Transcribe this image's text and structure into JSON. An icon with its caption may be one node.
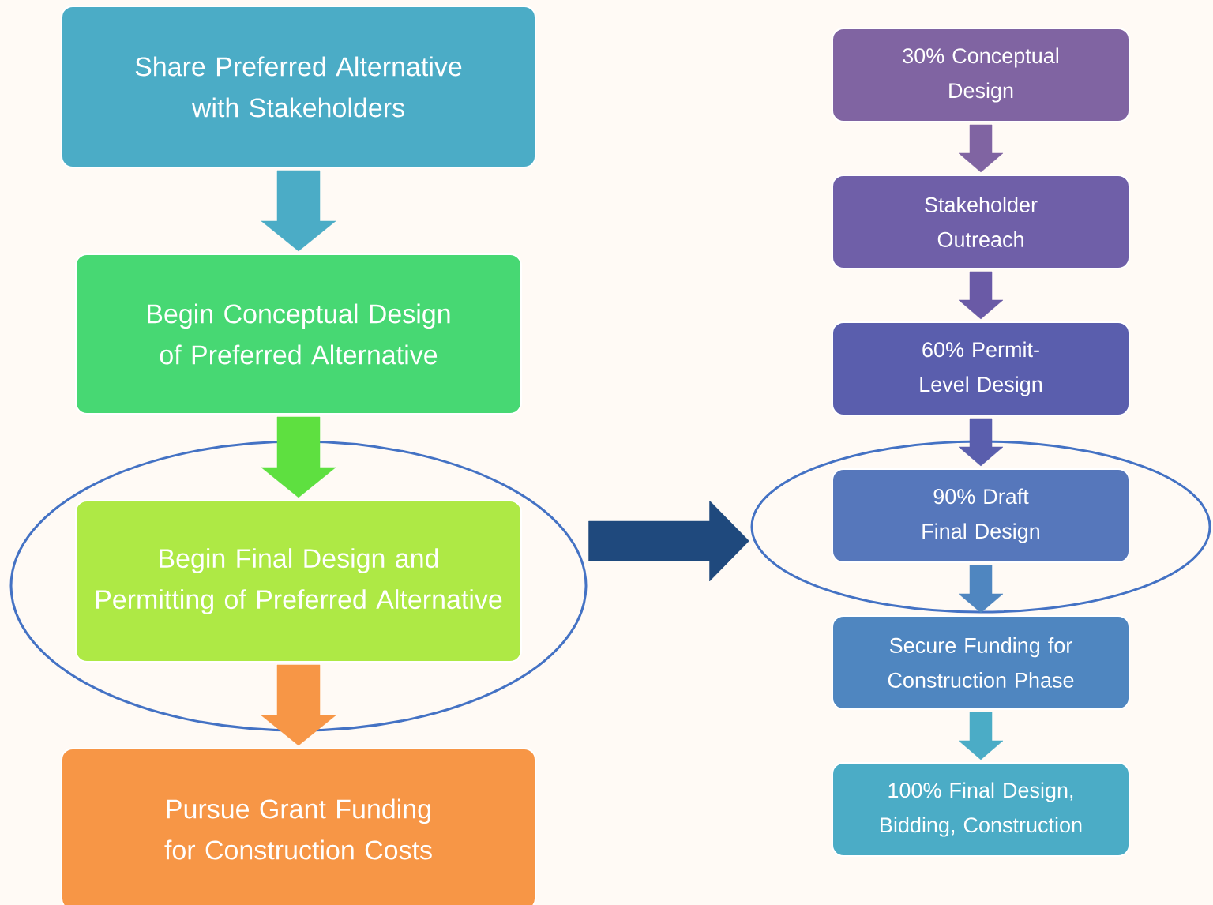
{
  "diagram": {
    "nodes": [
      {
        "text": [
          "Share Preferred Alternative with Stakeholders"
        ]
      },
      {
        "text": [
          "Begin Conceptual Design of Preferred Alternative"
        ]
      },
      {
        "text": [],
        "shape": "ellipse"
      },
      {
        "text": [
          "Begin Final Design and Permitting of Preferred Alternative"
        ],
        "in": 2
      },
      {
        "text": [
          "Pursue Grant Funding for Construction Costs"
        ]
      },
      {
        "text": [
          "30% Conceptual Design"
        ]
      },
      {
        "text": [
          "Stakeholder Outreach"
        ]
      },
      {
        "text": [
          "60% Permit-Level Design"
        ]
      },
      {
        "text": [],
        "shape": "ellipse"
      },
      {
        "text": [
          "90% Draft Final Design"
        ],
        "in": 8
      },
      {
        "text": [
          "Secure Funding for Construction Phase"
        ]
      },
      {
        "text": [
          "100% Final Design, Bidding, Construction"
        ]
      }
    ],
    "edges": [
      {
        "from": 0,
        "to": 1,
        "arrow": "to",
        "style": "thick",
        "color": "#4bacc6"
      },
      {
        "from": 1,
        "to": 3,
        "arrow": "to",
        "style": "thick",
        "color": "#5ee040"
      },
      {
        "from": 3,
        "to": 4,
        "arrow": "to",
        "style": "thick",
        "color": "#f79646"
      },
      {
        "from": 2,
        "to": 8,
        "arrow": "to",
        "style": "thick",
        "color": "#1f497d"
      },
      {
        "from": 5,
        "to": 6,
        "arrow": "to",
        "style": "thick",
        "color": "#8064a2"
      },
      {
        "from": 6,
        "to": 7,
        "arrow": "to",
        "style": "thick",
        "color": "#6a5aa6"
      },
      {
        "from": 7,
        "to": 9,
        "arrow": "to",
        "style": "thick",
        "color": "#5a5ead"
      },
      {
        "from": 9,
        "to": 10,
        "arrow": "to",
        "style": "thick",
        "color": "#4f86c0"
      },
      {
        "from": 10,
        "to": 11,
        "arrow": "to",
        "style": "thick",
        "color": "#4bacc6"
      }
    ]
  }
}
